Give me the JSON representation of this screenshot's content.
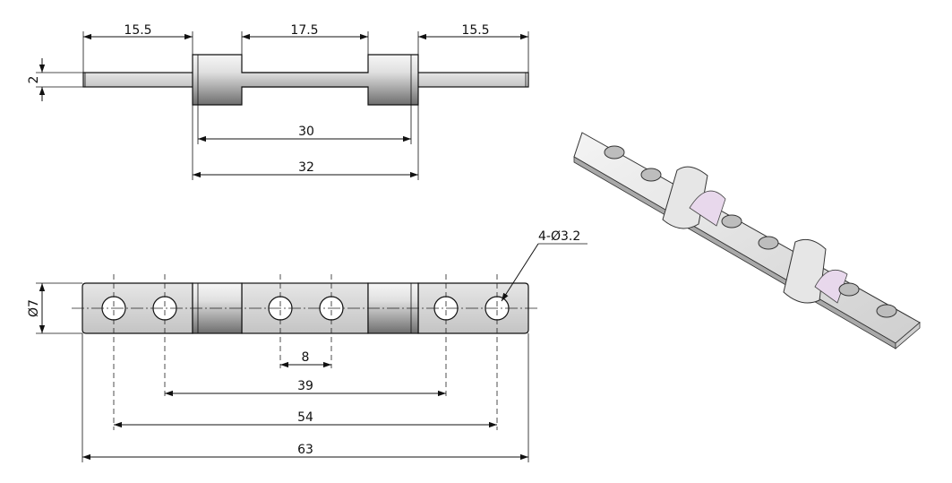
{
  "drawing": {
    "top_view": {
      "left_length": "15.5",
      "middle_length": "17.5",
      "right_length": "15.5",
      "thickness": "2",
      "inner_width": "30",
      "outer_width": "32"
    },
    "front_view": {
      "height": "Ø7",
      "holes_callout": "4-Ø3.2",
      "hole_spacing": "8",
      "inner_spacing": "39",
      "outer_spacing": "54",
      "overall_length": "63"
    }
  },
  "colors": {
    "part_fill": "#d6d6d6",
    "barrel_dark": "#8a8a8a",
    "barrel_light": "#ececec",
    "cut_face": "#e8d8ec"
  }
}
